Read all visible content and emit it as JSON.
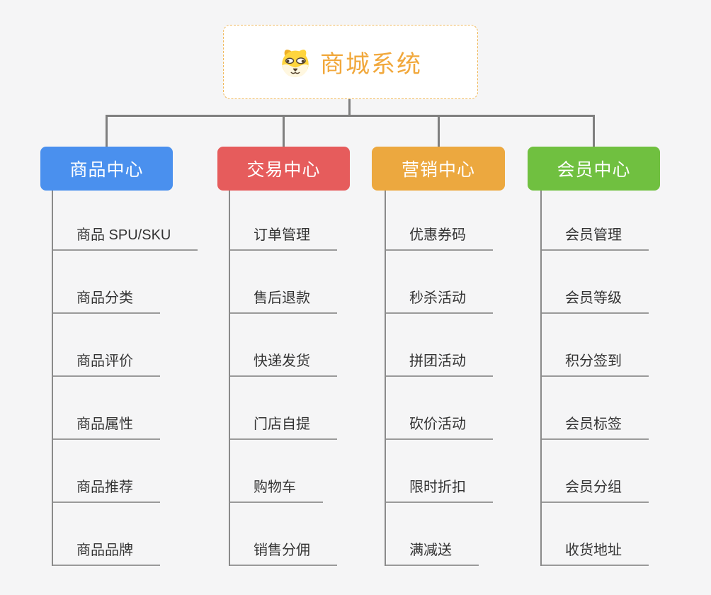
{
  "root": {
    "title": "商城系统",
    "icon": "dog-face-icon"
  },
  "branches": [
    {
      "id": "product",
      "label": "商品中心",
      "color": "#4a90ee",
      "items": [
        "商品 SPU/SKU",
        "商品分类",
        "商品评价",
        "商品属性",
        "商品推荐",
        "商品品牌"
      ]
    },
    {
      "id": "trade",
      "label": "交易中心",
      "color": "#e65c5c",
      "items": [
        "订单管理",
        "售后退款",
        "快递发货",
        "门店自提",
        "购物车",
        "销售分佣"
      ]
    },
    {
      "id": "marketing",
      "label": "营销中心",
      "color": "#eca83f",
      "items": [
        "优惠券码",
        "秒杀活动",
        "拼团活动",
        "砍价活动",
        "限时折扣",
        "满减送"
      ]
    },
    {
      "id": "member",
      "label": "会员中心",
      "color": "#70c040",
      "items": [
        "会员管理",
        "会员等级",
        "积分签到",
        "会员标签",
        "会员分组",
        "收货地址"
      ]
    }
  ],
  "colors": {
    "background": "#f5f5f6",
    "connector": "#7f7f7f",
    "spine": "#8a8a8a",
    "underline": "#9a9a9a",
    "item_text": "#333333",
    "root_text": "#f1a83c",
    "root_border": "#f0b95c"
  }
}
